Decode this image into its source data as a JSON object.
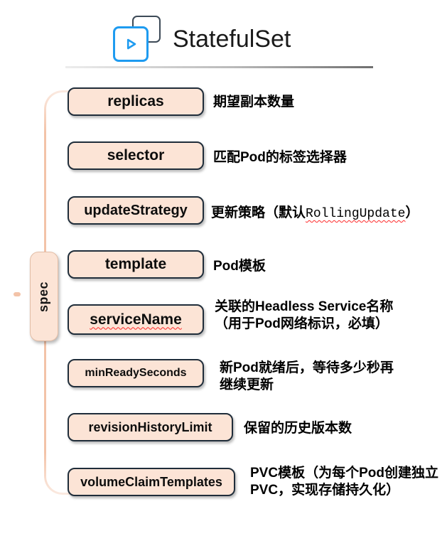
{
  "header": {
    "title": "StatefulSet"
  },
  "bracket": {
    "label": "spec"
  },
  "rows": [
    {
      "field": "replicas",
      "desc": "期望副本数量"
    },
    {
      "field": "selector",
      "desc": "匹配Pod的标签选择器"
    },
    {
      "field": "updateStrategy",
      "desc_prefix": "更新策略（默认",
      "desc_highlight": "RollingUpdate",
      "desc_suffix": "）"
    },
    {
      "field": "template",
      "desc": "Pod模板"
    },
    {
      "field": "serviceName",
      "desc": "关联的Headless Service名称\n（用于Pod网络标识，必填）"
    },
    {
      "field": "minReadySeconds",
      "desc": "新Pod就绪后，等待多少秒再\n继续更新"
    },
    {
      "field": "revisionHistoryLimit",
      "desc": "保留的历史版本数"
    },
    {
      "field": "volumeClaimTemplates",
      "desc": "PVC模板（为每个Pod创建独立\nPVC，实现存储持久化）"
    }
  ],
  "colors": {
    "accent_blue": "#1E9BF0",
    "icon_back_outline": "#3D4A57",
    "box_fill": "#FCE4D6",
    "box_border": "#1F2D3A",
    "bracket_line": "#F3C3A8",
    "spellcheck_red": "#FF2A2A",
    "divider_light": "#EDEDED",
    "divider_dark": "#6F6F6F"
  }
}
